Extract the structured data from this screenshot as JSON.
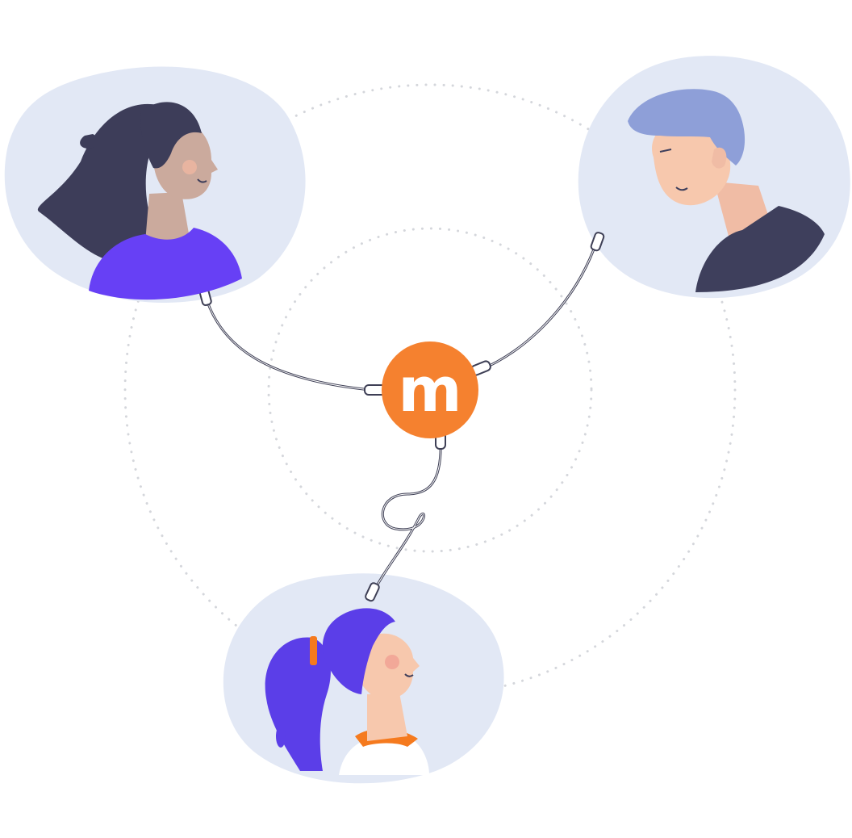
{
  "hub": {
    "letter": "m",
    "color": "#F5812F"
  },
  "colors": {
    "blob": "#E2E8F5",
    "ring": "#D4D6DB",
    "cable": "#3E3F55",
    "skin_tan": "#CBAA9D",
    "skin_peach": "#F7C8AD",
    "hair_dark": "#3D3D59",
    "hair_blue": "#8E9FD8",
    "hair_purple": "#5B3EE8",
    "shirt_purple": "#6740F5",
    "shirt_navy": "#3E3F5C",
    "collar_orange": "#F57A1E",
    "hair_tie": "#F57A1E"
  },
  "people": [
    {
      "name": "woman-dark-hair",
      "shirt": "purple"
    },
    {
      "name": "man-blue-hair",
      "shirt": "navy"
    },
    {
      "name": "girl-ponytail",
      "collar": "orange"
    }
  ]
}
